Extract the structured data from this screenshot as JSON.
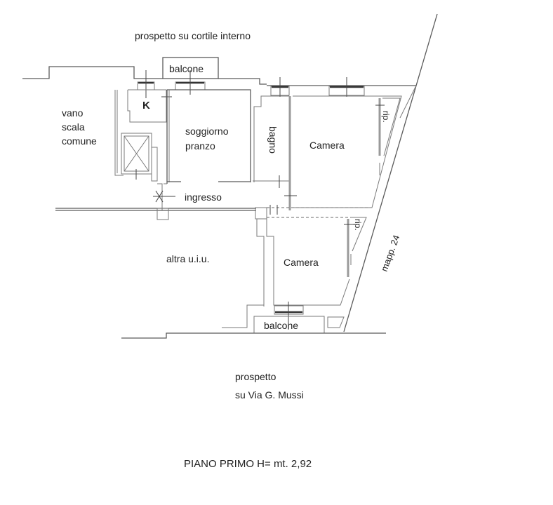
{
  "plan": {
    "top_elevation_label": "prospetto su cortile interno",
    "bottom_elevation_label_line1": "prospetto",
    "bottom_elevation_label_line2": "su Via G. Mussi",
    "floor_caption": "PIANO PRIMO H= mt. 2,92",
    "parcel_label": "mapp. 24",
    "rooms": {
      "balcony_top": "balcone",
      "balcony_bottom": "balcone",
      "kitchen": "K",
      "stairwell_line1": "vano",
      "stairwell_line2": "scala",
      "stairwell_line3": "comune",
      "living_line1": "soggiorno",
      "living_line2": "pranzo",
      "bathroom": "bagno",
      "bedroom_upper": "Camera",
      "bedroom_lower": "Camera",
      "entrance": "ingresso",
      "other_unit": "altra u.i.u.",
      "closet_upper": "rip.",
      "closet_lower": "rip."
    }
  },
  "colors": {
    "background": "#ffffff",
    "wall": "#5a5a5a",
    "text": "#222222"
  }
}
